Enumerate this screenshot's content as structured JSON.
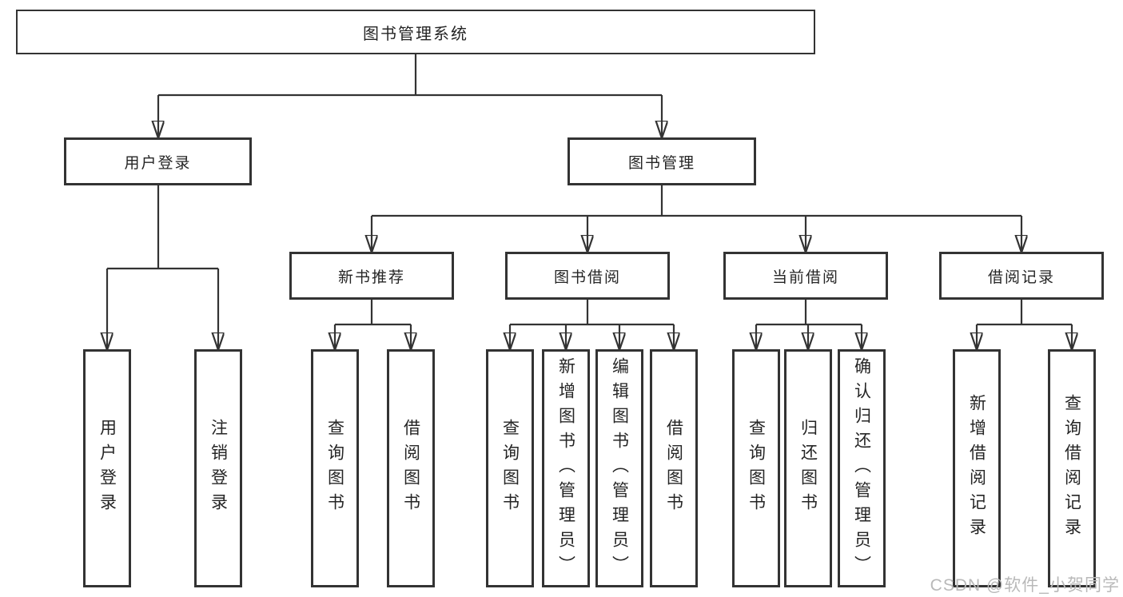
{
  "colors": {
    "line": "#333333",
    "text": "#252525",
    "background": "#ffffff",
    "watermark": "#b9b9b9"
  },
  "watermark": "CSDN @软件_小贺同学",
  "tree": {
    "root": {
      "label": "图书管理系统"
    },
    "branches": [
      {
        "label": "用户登录",
        "children": [
          {
            "label": "用户登录"
          },
          {
            "label": "注销登录"
          }
        ]
      },
      {
        "label": "图书管理",
        "children": [
          {
            "label": "新书推荐",
            "children": [
              {
                "label": "查询图书"
              },
              {
                "label": "借阅图书"
              }
            ]
          },
          {
            "label": "图书借阅",
            "children": [
              {
                "label": "查询图书"
              },
              {
                "label": "新增图书（管理员）"
              },
              {
                "label": "编辑图书（管理员）"
              },
              {
                "label": "借阅图书"
              }
            ]
          },
          {
            "label": "当前借阅",
            "children": [
              {
                "label": "查询图书"
              },
              {
                "label": "归还图书"
              },
              {
                "label": "确认归还（管理员）"
              }
            ]
          },
          {
            "label": "借阅记录",
            "children": [
              {
                "label": "新增借阅记录"
              },
              {
                "label": "查询借阅记录"
              }
            ]
          }
        ]
      }
    ]
  }
}
